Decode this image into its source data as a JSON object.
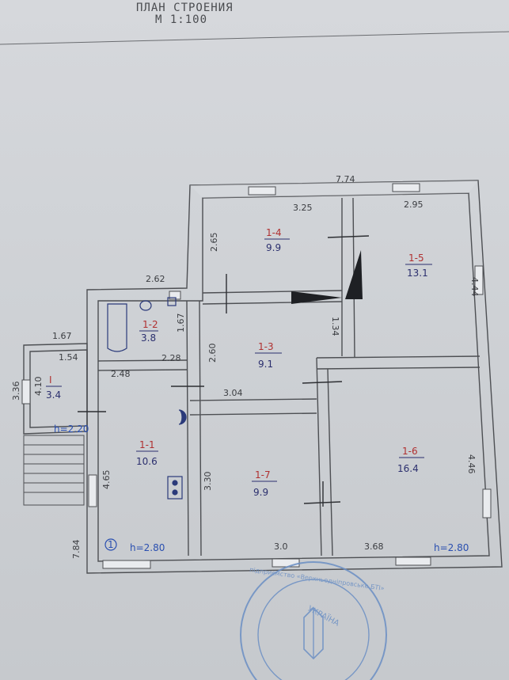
{
  "header": {
    "title": "ПЛАН СТРОЕНИЯ",
    "scale": "М 1:100"
  },
  "dimensions": {
    "top_total": "7.74",
    "top_left": "3.25",
    "top_right": "2.95",
    "left_upper": "2.65",
    "right_upper": "4.44",
    "bath_width": "2.62",
    "bath_height": "1.67",
    "mid_left_height": "2.60",
    "corridor": "1.34",
    "hall_width": "2.48",
    "bath_depth": "2.28",
    "hall_to_room": "3.04",
    "entry_width": "1.67",
    "entry_inner": "1.54",
    "entry_outer_height": "3.36",
    "entry_inner_height": "4.10",
    "left_lower": "4.65",
    "room7_height": "3.30",
    "right_lower": "4.46",
    "bottom_mid": "3.0",
    "bottom_right": "3.68",
    "left_corner": "7.84"
  },
  "rooms": [
    {
      "id": "1-4",
      "area": "9.9"
    },
    {
      "id": "1-5",
      "area": "13.1"
    },
    {
      "id": "1-2",
      "area": "3.8"
    },
    {
      "id": "1-3",
      "area": "9.1"
    },
    {
      "id": "I",
      "area": "3.4"
    },
    {
      "id": "1-1",
      "area": "10.6"
    },
    {
      "id": "1-7",
      "area": "9.9"
    },
    {
      "id": "1-6",
      "area": "16.4"
    }
  ],
  "heights": {
    "entry": "h=2.20",
    "hall": "h=2.80",
    "main": "h=2.80"
  },
  "markers": {
    "unit_number": "1"
  },
  "stamp": {
    "line1": "УКРАЇНА",
    "line2": "підприємство «Верхньодніпровське БТІ»"
  },
  "colors": {
    "wall_fill": "#d4d6da",
    "wall_line": "#4d4f53",
    "red_ink": "#b03030",
    "blue_ink": "#2a4fb0",
    "stamp_ink": "#6b8fc4"
  }
}
